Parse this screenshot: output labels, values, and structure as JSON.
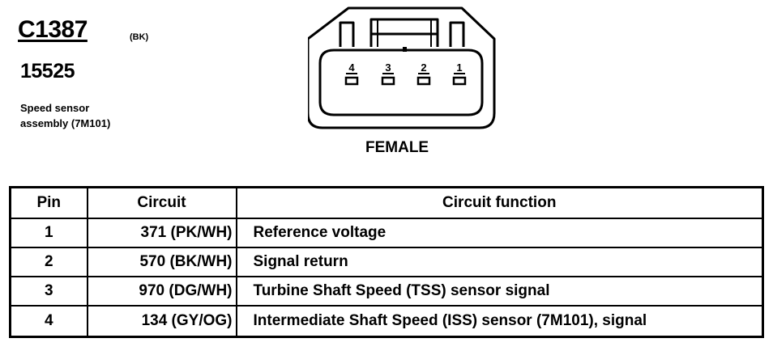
{
  "connector": {
    "id": "C1387",
    "color": "(BK)",
    "part_number": "15525",
    "description": "Speed sensor\nassembly (7M101)",
    "gender": "FEMALE",
    "cavity_labels": [
      "4",
      "3",
      "2",
      "1"
    ]
  },
  "table": {
    "headers": [
      "Pin",
      "Circuit",
      "Circuit function"
    ],
    "rows": [
      {
        "pin": "1",
        "circuit": "371 (PK/WH)",
        "function": "Reference voltage"
      },
      {
        "pin": "2",
        "circuit": "570 (BK/WH)",
        "function": "Signal return"
      },
      {
        "pin": "3",
        "circuit": "970 (DG/WH)",
        "function": "Turbine Shaft Speed (TSS) sensor signal"
      },
      {
        "pin": "4",
        "circuit": "134 (GY/OG)",
        "function": "Intermediate Shaft Speed (ISS) sensor (7M101), signal"
      }
    ]
  }
}
